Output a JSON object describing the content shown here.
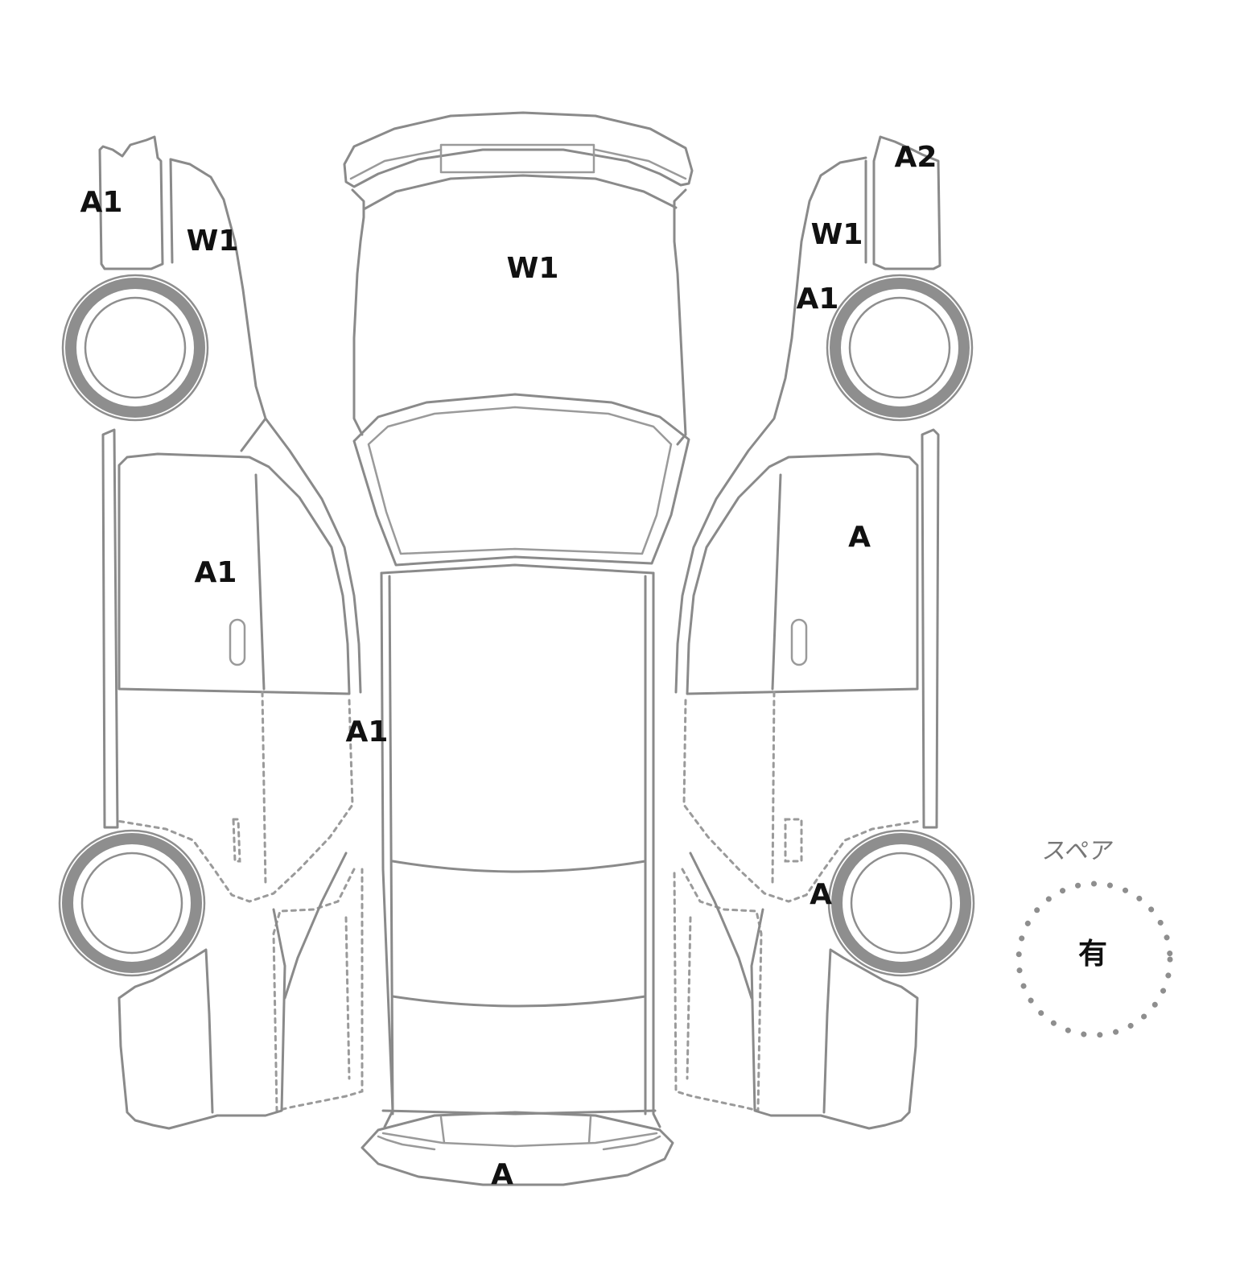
{
  "marks": {
    "left_front_bumper": "A1",
    "left_front_fender": "W1",
    "left_front_door": "A1",
    "left_rocker": "A1",
    "hood": "W1",
    "rear_bumper": "A",
    "right_front_bumper": "A2",
    "right_front_fender": "W1",
    "right_front_wheelarch": "A1",
    "right_front_door": "A",
    "right_rear_wheelarch": "A"
  },
  "spare": {
    "label": "スペア",
    "value": "有"
  }
}
